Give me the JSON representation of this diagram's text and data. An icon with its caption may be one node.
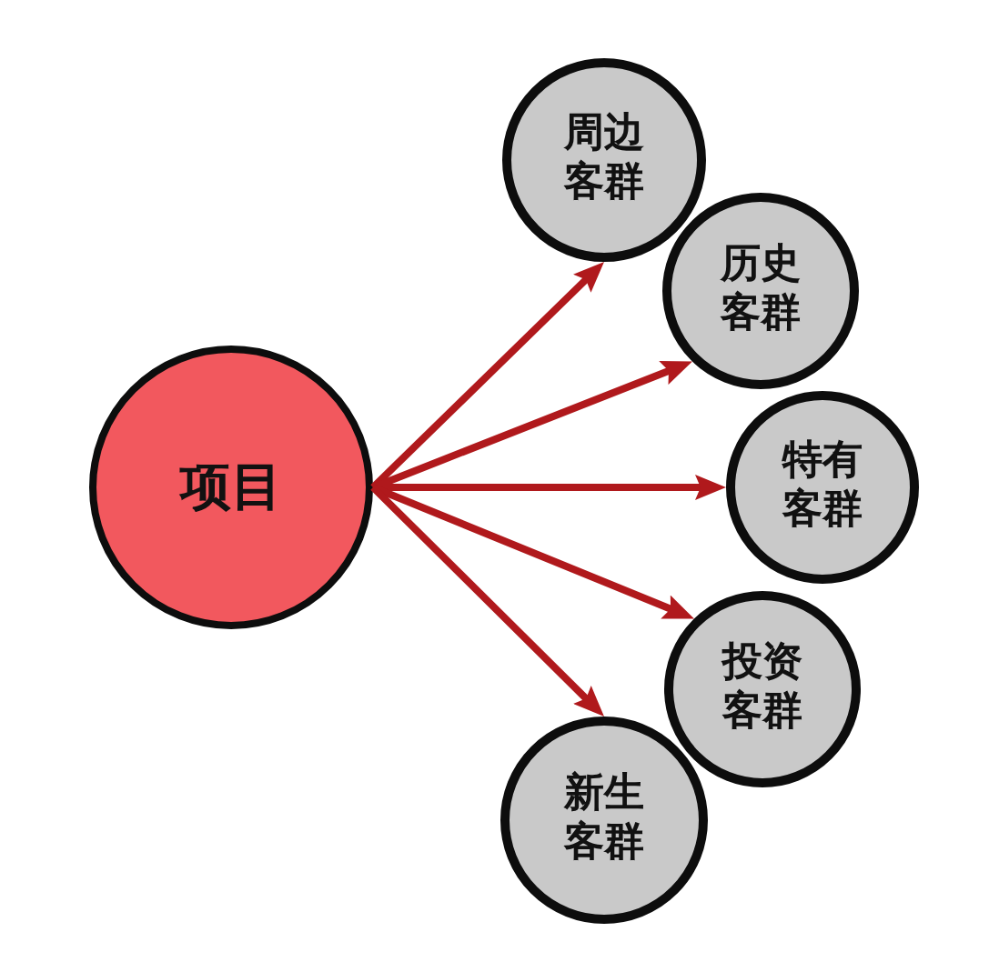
{
  "diagram": {
    "nodes": [
      {
        "text": [
          "项目"
        ]
      },
      {
        "text": [
          "周边客群"
        ]
      },
      {
        "text": [
          "历史客群"
        ]
      },
      {
        "text": [
          "特有客群"
        ]
      },
      {
        "text": [
          "投资客群"
        ]
      },
      {
        "text": [
          "新生客群"
        ]
      }
    ],
    "edges": [
      {
        "from": 0,
        "to": 1,
        "arrow": "to"
      },
      {
        "from": 0,
        "to": 2,
        "arrow": "to"
      },
      {
        "from": 0,
        "to": 3,
        "arrow": "to"
      },
      {
        "from": 0,
        "to": 4,
        "arrow": "to"
      },
      {
        "from": 0,
        "to": 5,
        "arrow": "to"
      }
    ]
  }
}
